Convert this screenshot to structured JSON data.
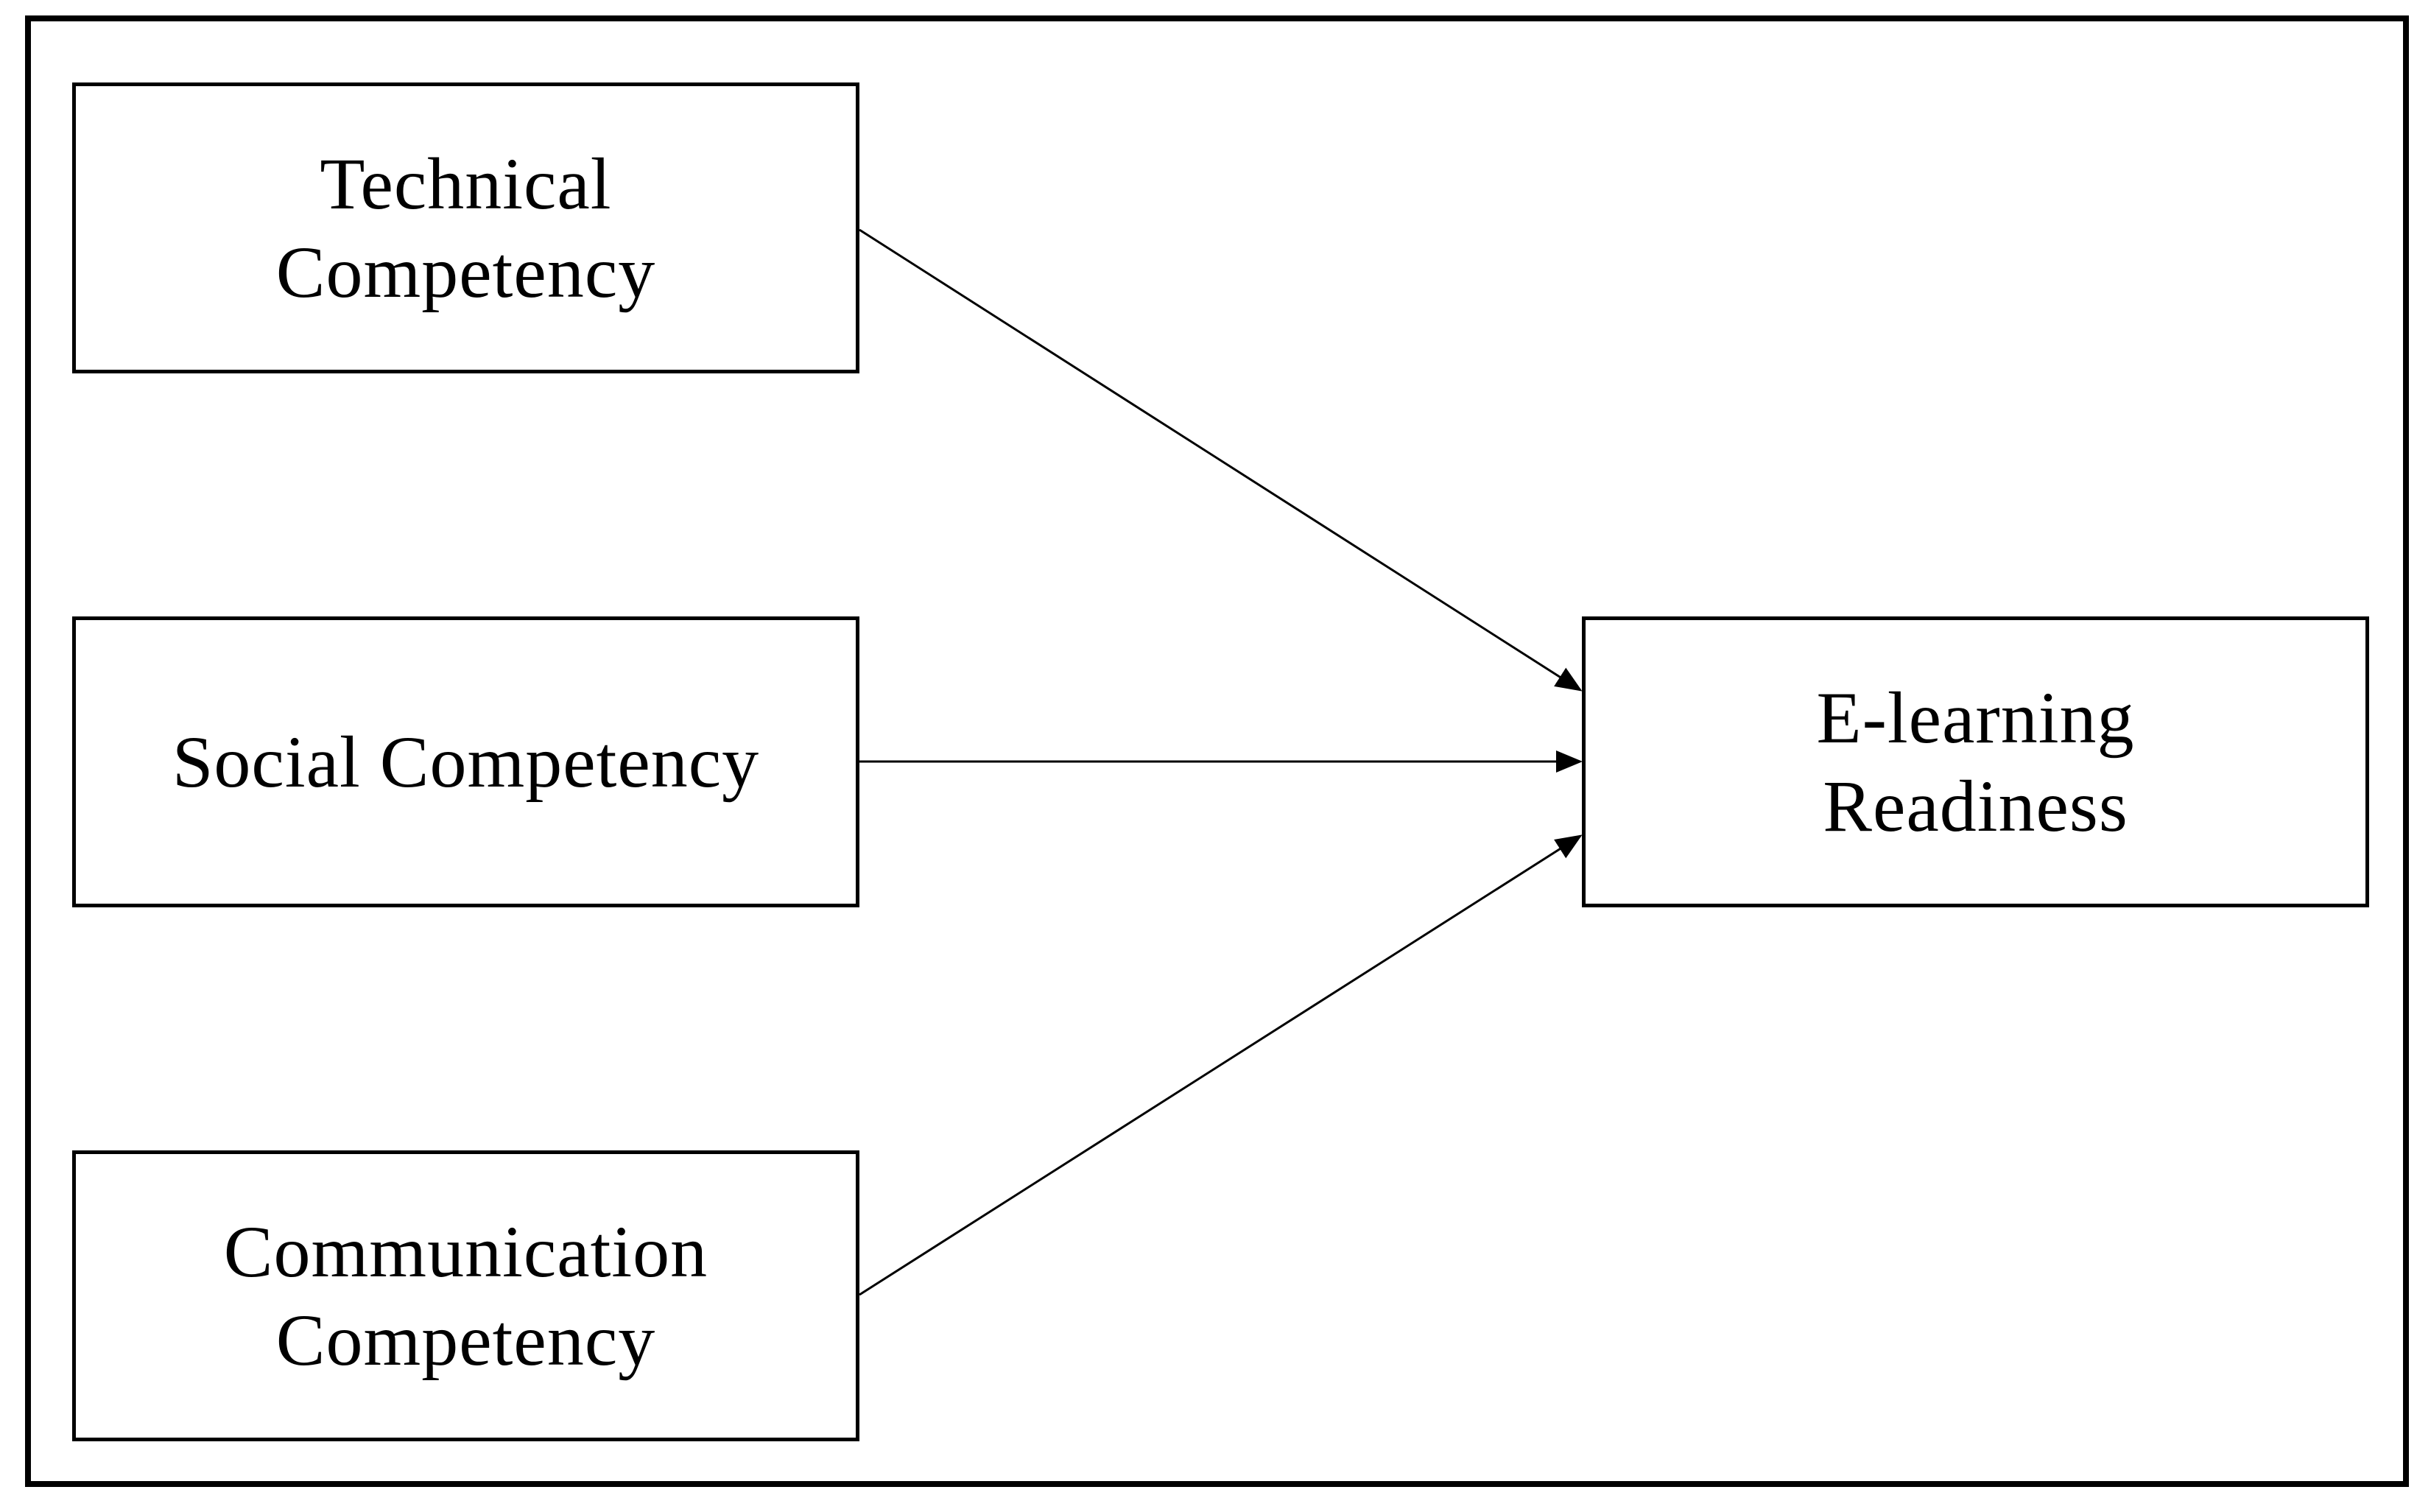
{
  "diagram": {
    "nodes": [
      {
        "id": "technical",
        "label": "Technical\nCompetency"
      },
      {
        "id": "social",
        "label": "Social Competency"
      },
      {
        "id": "communication",
        "label": "Communication\nCompetency"
      },
      {
        "id": "elearning",
        "label": "E-learning\nReadiness"
      }
    ],
    "edges": [
      {
        "from": "technical",
        "to": "elearning"
      },
      {
        "from": "social",
        "to": "elearning"
      },
      {
        "from": "communication",
        "to": "elearning"
      }
    ],
    "colors": {
      "line": "#000000",
      "background": "#ffffff"
    }
  }
}
